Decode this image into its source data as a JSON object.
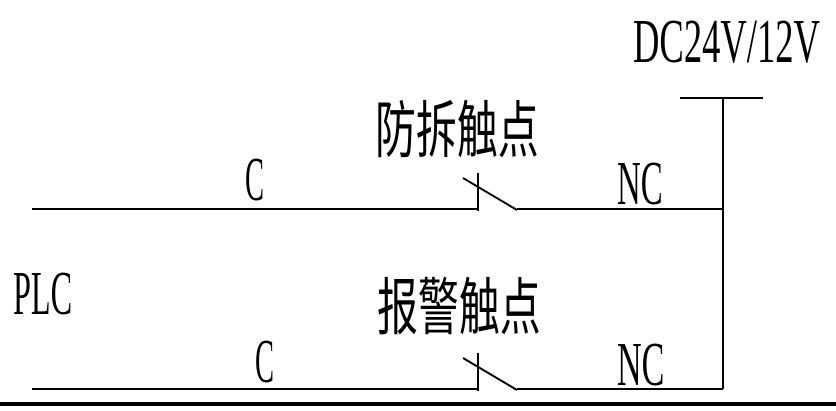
{
  "diagram": {
    "power_label": "DC24V/12V",
    "plc_label": "PLC",
    "line_color": "#000000",
    "background_color": "#ffffff",
    "contacts": [
      {
        "label": "防拆触点",
        "left_terminal_label": "C",
        "right_terminal_label": "NC"
      },
      {
        "label": "报警触点",
        "left_terminal_label": "C",
        "right_terminal_label": "NC"
      }
    ]
  }
}
